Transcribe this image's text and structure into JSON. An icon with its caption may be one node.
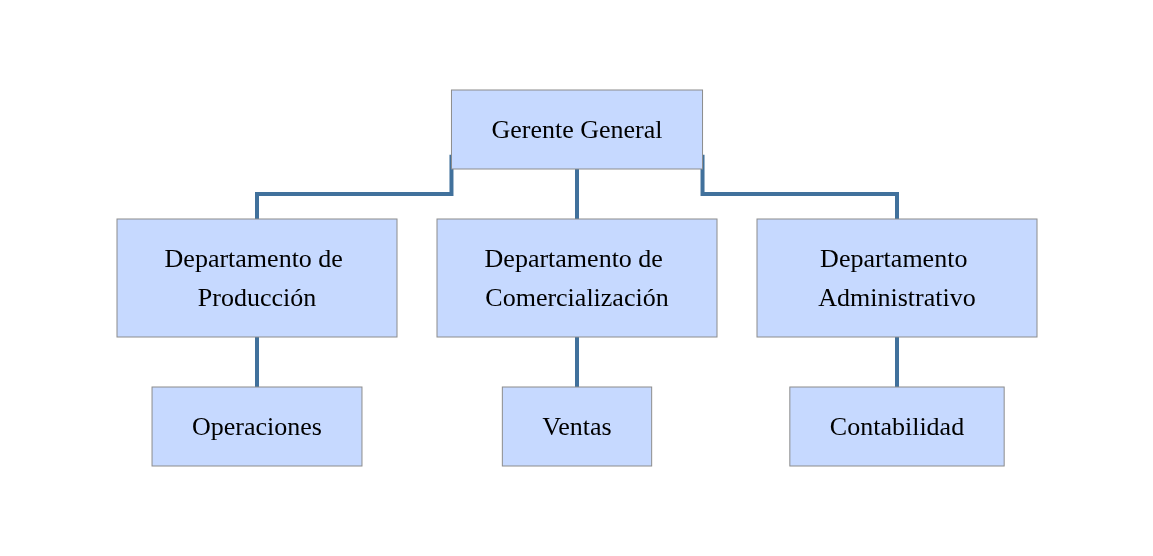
{
  "diagram": {
    "nodes": [
      {
        "text": [
          "Gerente General"
        ]
      },
      {
        "text": [
          "Departamento de Producción"
        ]
      },
      {
        "text": [
          "Departamento de Comercialización"
        ]
      },
      {
        "text": [
          "Departamento Administrativo"
        ]
      },
      {
        "text": [
          "Operaciones"
        ]
      },
      {
        "text": [
          "Ventas"
        ]
      },
      {
        "text": [
          "Contabilidad"
        ]
      }
    ],
    "edges": [
      {
        "from": 0,
        "to": 1,
        "arrow": "none"
      },
      {
        "from": 0,
        "to": 2,
        "arrow": "none"
      },
      {
        "from": 0,
        "to": 3,
        "arrow": "none"
      },
      {
        "from": 1,
        "to": 4,
        "arrow": "none"
      },
      {
        "from": 2,
        "to": 5,
        "arrow": "none"
      },
      {
        "from": 3,
        "to": 6,
        "arrow": "none"
      }
    ]
  }
}
